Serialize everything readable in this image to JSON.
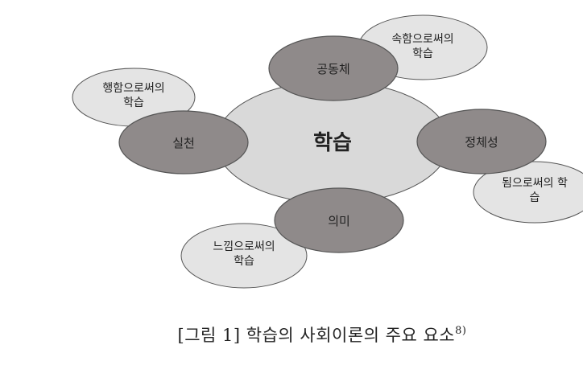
{
  "figure": {
    "center": {
      "label": "학습"
    },
    "components": [
      {
        "id": "community",
        "label": "공동체"
      },
      {
        "id": "practice",
        "label": "실천"
      },
      {
        "id": "identity",
        "label": "정체성"
      },
      {
        "id": "meaning",
        "label": "의미"
      }
    ],
    "outcomes": [
      {
        "id": "belonging",
        "lines": [
          "속함으로써의",
          "학습"
        ]
      },
      {
        "id": "doing",
        "lines": [
          "행함으로써의",
          "학습"
        ]
      },
      {
        "id": "becoming",
        "lines": [
          "됨으로써의 학",
          "습"
        ]
      },
      {
        "id": "experience",
        "lines": [
          "느낌으로써의",
          "학습"
        ]
      }
    ],
    "colors": {
      "center_fill": "#d9d9d9",
      "component_fill": "#8f8a8a",
      "outcome_fill": "#e4e4e4",
      "outline": "#555555",
      "text": "#222222"
    }
  },
  "caption": {
    "text": "[그림 1] 학습의 사회이론의 주요 요소",
    "footnote": "8)"
  }
}
